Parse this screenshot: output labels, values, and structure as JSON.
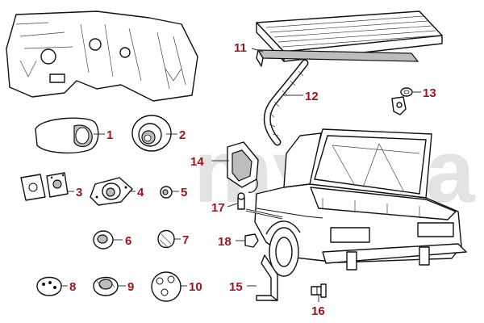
{
  "watermark": {
    "text": "myalfa"
  },
  "colors": {
    "callout": "#a0141e",
    "line": "#333333",
    "watermark": "#9a9a9a"
  },
  "callouts": {
    "c1": "1",
    "c2": "2",
    "c3": "3",
    "c4": "4",
    "c5": "5",
    "c6": "6",
    "c7": "7",
    "c8": "8",
    "c9": "9",
    "c10": "10",
    "c11": "11",
    "c12": "12",
    "c13": "13",
    "c14": "14",
    "c15": "15",
    "c16": "16",
    "c17": "17",
    "c18": "18"
  }
}
